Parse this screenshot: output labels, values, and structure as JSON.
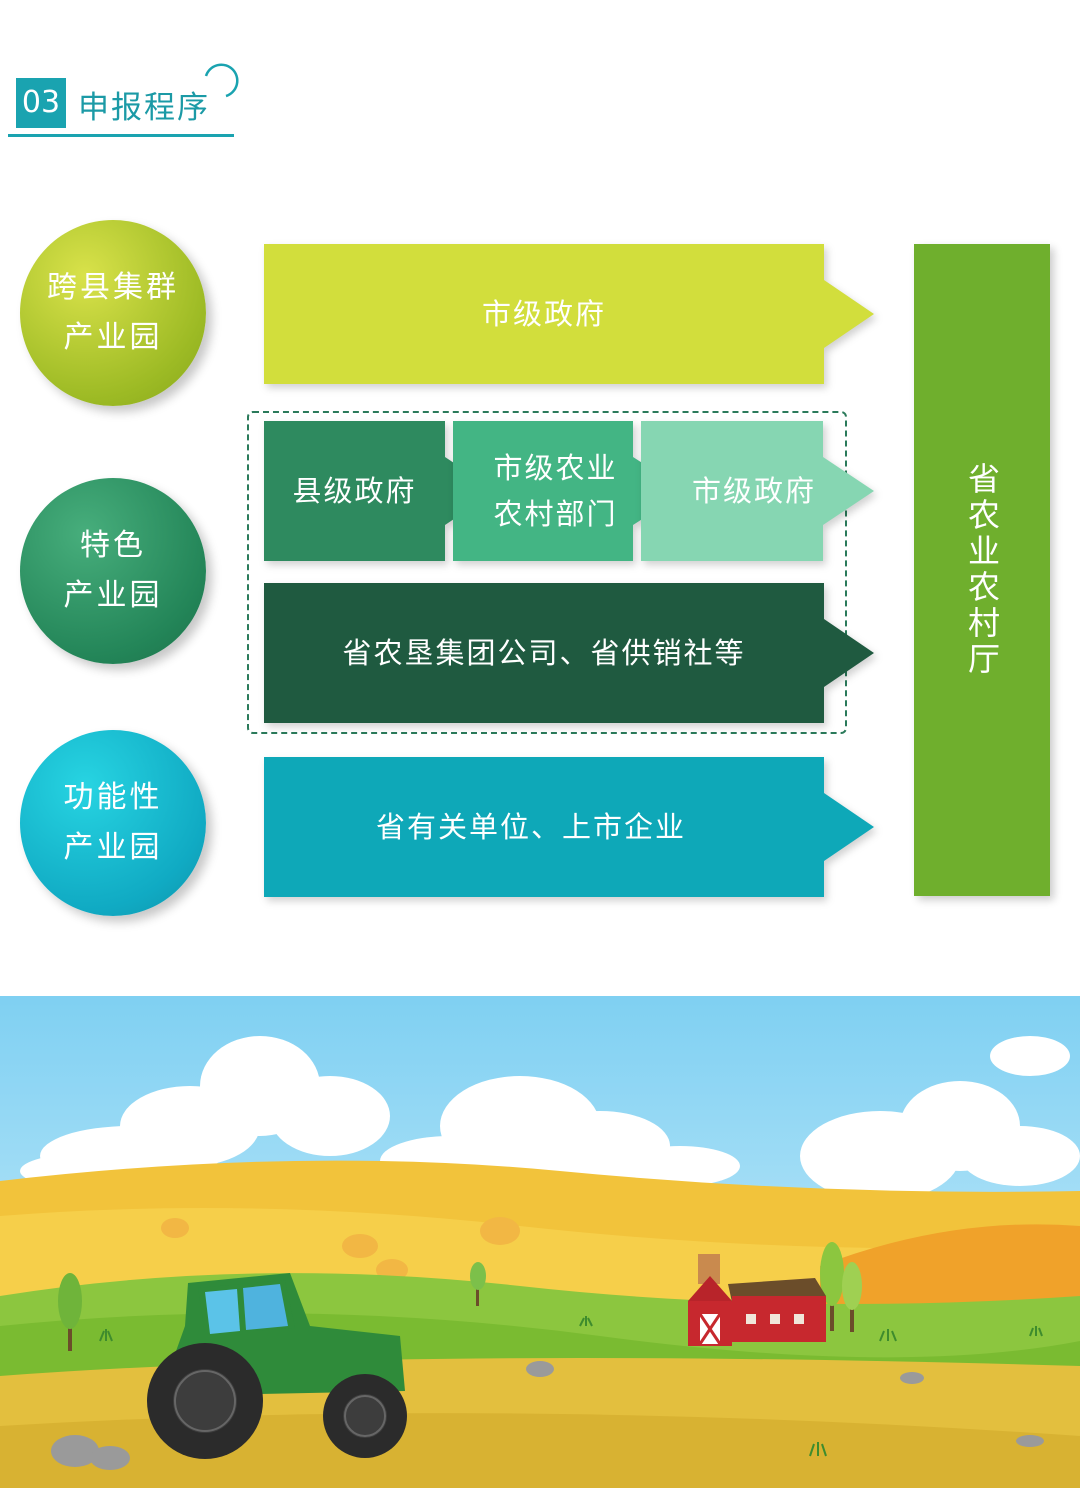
{
  "header": {
    "number": "03",
    "title": "申报程序"
  },
  "circles": [
    {
      "line1": "跨县集群",
      "line2": "产业园"
    },
    {
      "line1": "特色",
      "line2": "产业园"
    },
    {
      "line1": "功能性",
      "line2": "产业园"
    }
  ],
  "flows": {
    "row1": "市级政府",
    "row2_step1": "县级政府",
    "row2_step2_line1": "市级农业",
    "row2_step2_line2": "农村部门",
    "row2_step3": "市级政府",
    "row3": "省农垦集团公司、省供销社等",
    "row4": "省有关单位、上市企业"
  },
  "destination": "省农业农村厅",
  "colors": {
    "lime": "#d2de3c",
    "dark_green": "#2e8a5f",
    "mid_green": "#43b584",
    "light_green": "#86d6b2",
    "deep_green": "#1f5a40",
    "teal": "#0ea8b8",
    "bar_green": "#6faf2d",
    "accent": "#1aa3b0"
  }
}
